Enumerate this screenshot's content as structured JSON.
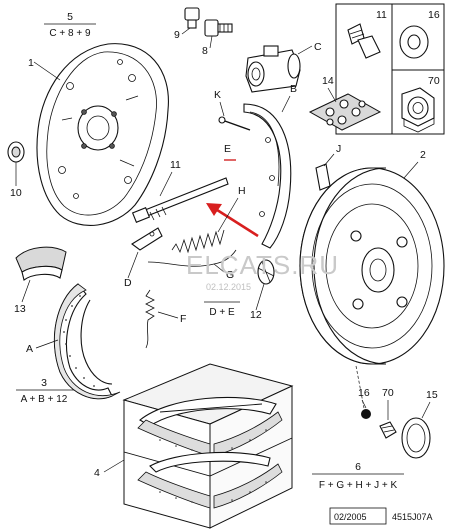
{
  "callouts": {
    "c5": "5",
    "c5_formula": "C + 8 + 9",
    "c1": "1",
    "c9": "9",
    "c8": "8",
    "cC": "C",
    "c11_box": "11",
    "c16_box": "16",
    "c70_box": "70",
    "c14": "14",
    "cK": "K",
    "cB": "B",
    "c10": "10",
    "c11": "11",
    "cE": "E",
    "cJ": "J",
    "c2": "2",
    "cH": "H",
    "c13": "13",
    "cD": "D",
    "cG": "G",
    "cF": "F",
    "c12": "12",
    "cDE_formula": "D + E",
    "cA": "A",
    "c3": "3",
    "c3_formula": "A + B + 12",
    "c16": "16",
    "c70": "70",
    "c15": "15",
    "c4": "4",
    "c6": "6",
    "c6_formula": "F + G + H + J + K"
  },
  "watermark": {
    "text": "ELCATS.RU",
    "date": "02.12.2015"
  },
  "footer": {
    "date_code": "02/2005",
    "ref_code": "4515J07A"
  },
  "colors": {
    "arrow": "#d81f1f",
    "watermark": "#c9c9c9",
    "line": "#111111"
  }
}
